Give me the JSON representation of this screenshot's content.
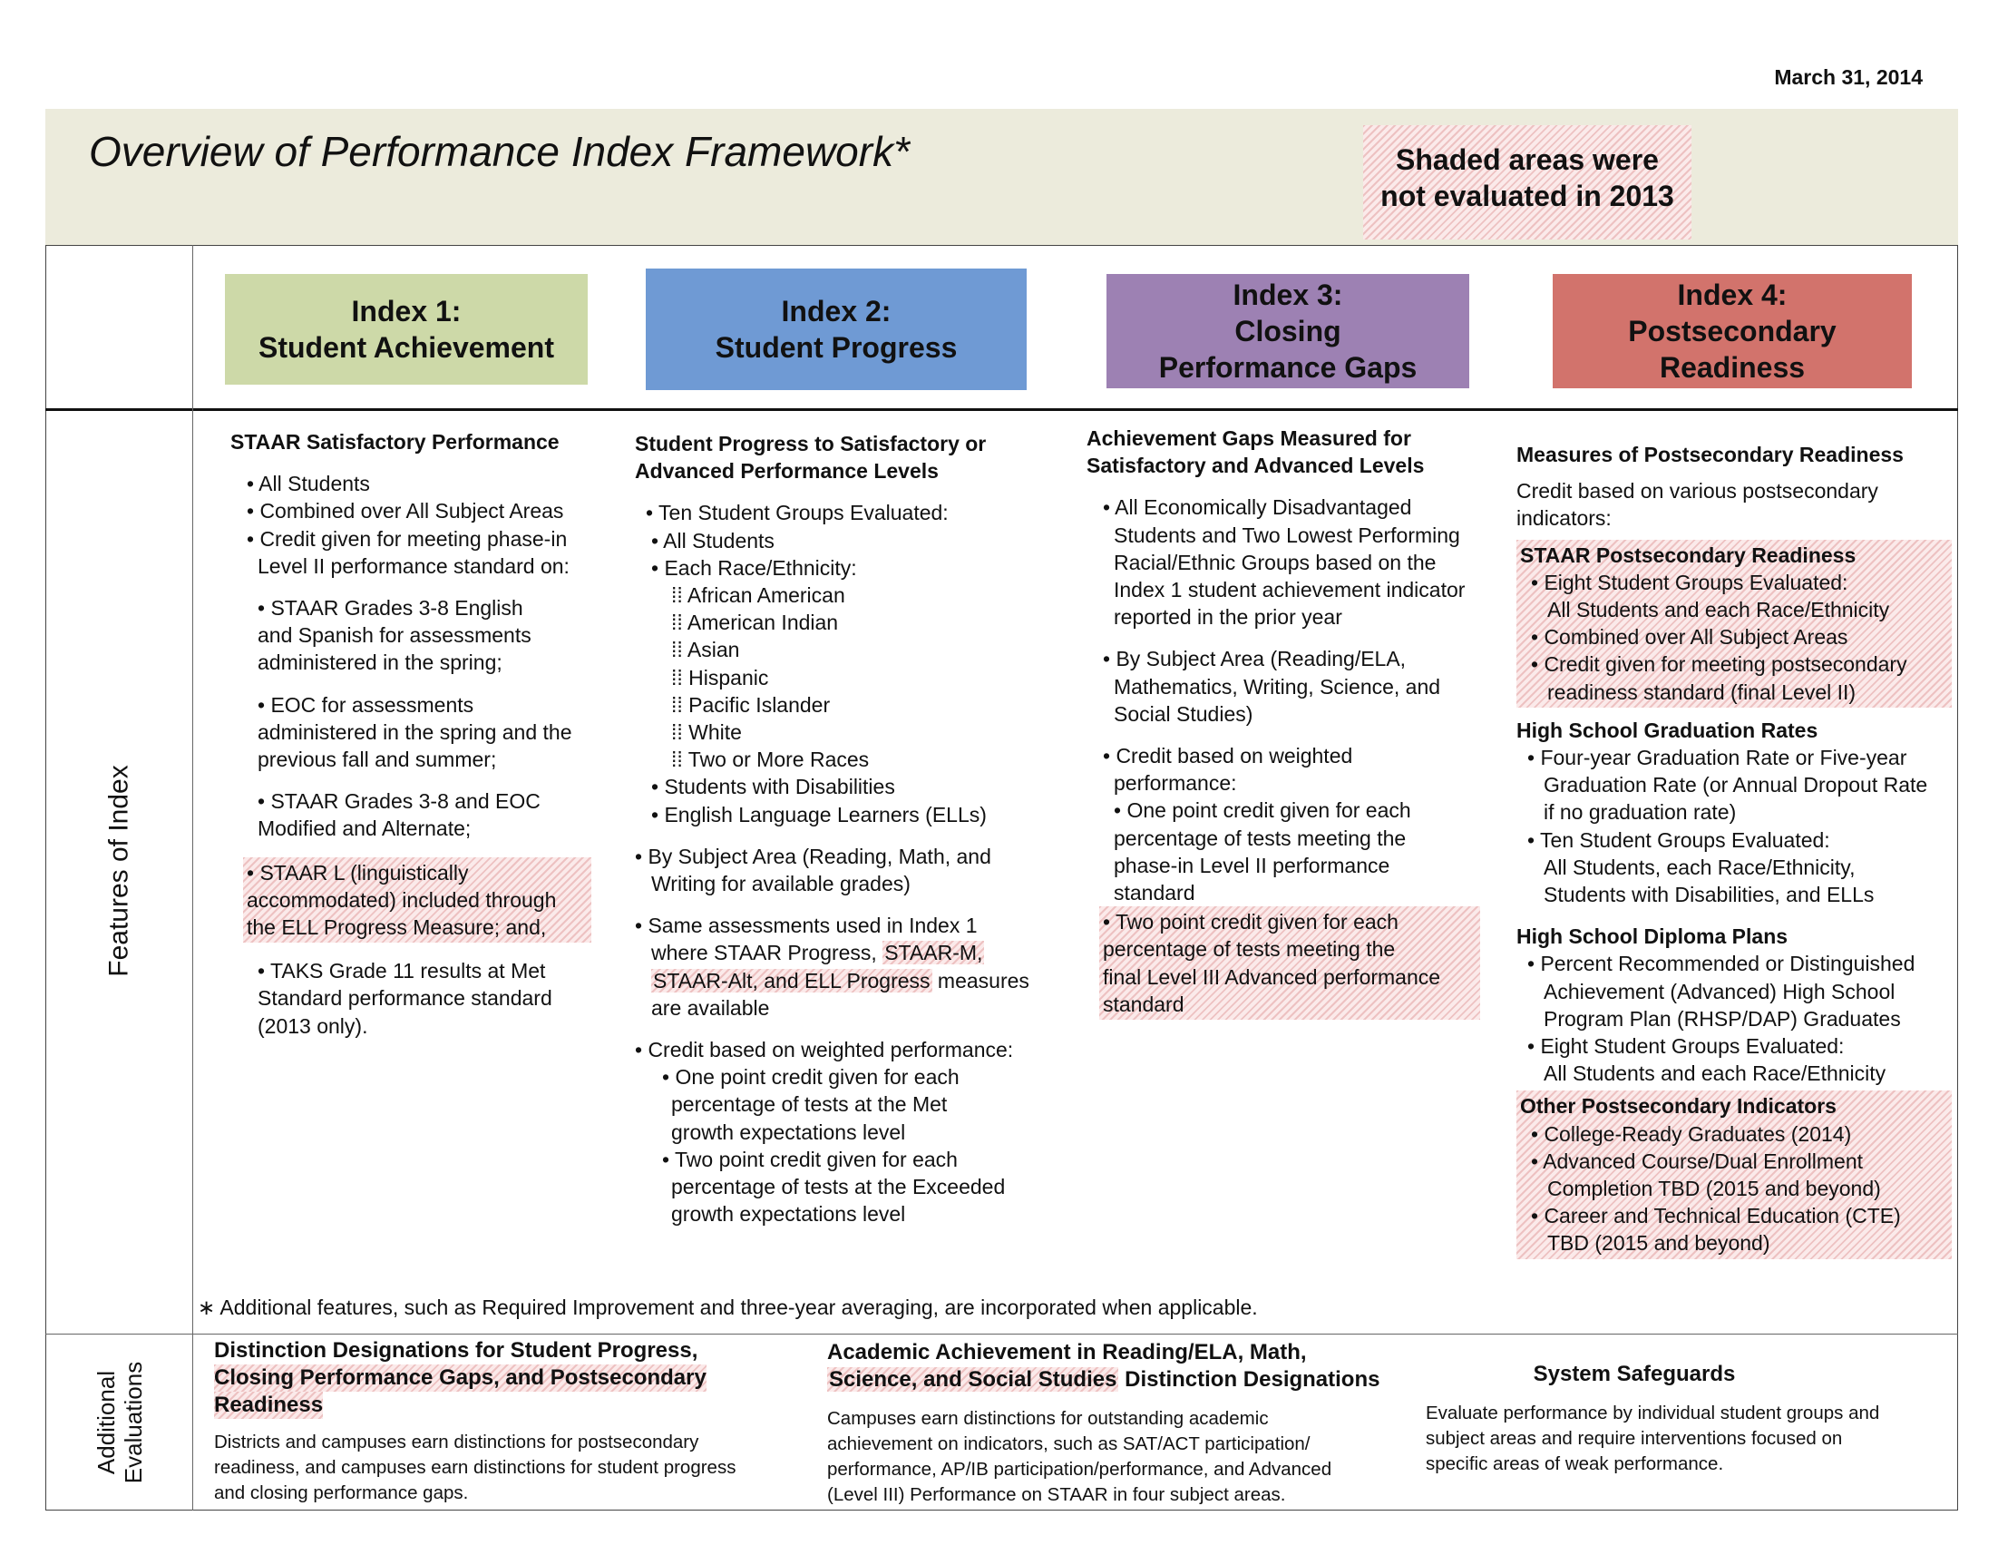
{
  "date": "March 31, 2014",
  "title": "Overview of Performance Index Framework*",
  "shaded_note": [
    "Shaded areas were",
    "not evaluated in 2013"
  ],
  "side_labels": {
    "features": "Features of Index",
    "additional": [
      "Additional",
      "Evaluations"
    ]
  },
  "indexes": [
    {
      "line1": "Index 1:",
      "line2": "Student Achievement",
      "color": "#cdd9a8"
    },
    {
      "line1": "Index 2:",
      "line2": "Student Progress",
      "color": "#6f9ad4"
    },
    {
      "line1": "Index 3:",
      "line2": "Closing",
      "line3": "Performance Gaps",
      "color": "#9d81b3"
    },
    {
      "line1": "Index 4:",
      "line2": "Postsecondary",
      "line3": "Readiness",
      "color": "#d2736c"
    }
  ],
  "col1": {
    "heading": "STAAR Satisfactory Performance",
    "b1": "• All Students",
    "b2": "• Combined over All Subject Areas",
    "b3a": "• Credit given for meeting phase-in",
    "b3b": "Level II performance standard on:",
    "s1a": "• STAAR Grades 3-8 English",
    "s1b": "and Spanish for assessments",
    "s1c": "administered in the spring;",
    "s2a": "• EOC for assessments",
    "s2b": "administered in  the spring and the",
    "s2c": "previous fall and summer;",
    "s3a": "• STAAR Grades 3-8 and EOC",
    "s3b": "Modified and Alternate;",
    "s4a": "• STAAR L (linguistically",
    "s4b": "accommodated) included through",
    "s4c": "the ELL Progress Measure; and,",
    "s5a": "• TAKS Grade 11 results at Met",
    "s5b": "Standard performance standard",
    "s5c": "(2013 only)."
  },
  "col2": {
    "heading1": "Student Progress to Satisfactory or",
    "heading2": "Advanced Performance Levels",
    "g0": "• Ten Student Groups Evaluated:",
    "g1": "• All Students",
    "g2": "• Each Race/Ethnicity:",
    "r1": "⁞⁞  African American",
    "r2": "⁞⁞  American Indian",
    "r3": "⁞⁞  Asian",
    "r4": "⁞⁞  Hispanic",
    "r5": "⁞⁞  Pacific Islander",
    "r6": "⁞⁞  White",
    "r7": "⁞⁞  Two or More Races",
    "g3": "• Students with Disabilities",
    "g4": "• English Language Learners (ELLs)",
    "sa1": "• By Subject Area (Reading, Math, and",
    "sa2": "Writing for available grades)",
    "as1": "• Same assessments used in Index 1",
    "as2a": "where STAAR Progress, ",
    "as2b": "STAAR-M,",
    "as3a": "STAAR-Alt, and ELL Progress",
    "as3b": " measures",
    "as4": "are available",
    "cr0": "• Credit based on weighted performance:",
    "cr1a": "• One point credit given for each",
    "cr1b": "percentage of tests at the Met",
    "cr1c": "growth expectations level",
    "cr2a": "•  Two point credit given for each",
    "cr2b": "percentage of tests at the Exceeded",
    "cr2c": "growth expectations level"
  },
  "col3": {
    "heading1": "Achievement Gaps Measured for",
    "heading2": "Satisfactory and Advanced Levels",
    "e1": "• All Economically Disadvantaged",
    "e2": "Students and Two Lowest Performing",
    "e3": "Racial/Ethnic Groups based on the",
    "e4": "Index 1 student achievement indicator",
    "e5": "reported in the prior year",
    "s1": "• By Subject Area (Reading/ELA,",
    "s2": "Mathematics, Writing, Science, and",
    "s3": "Social Studies)",
    "w1": "• Credit based on weighted",
    "w2": "performance:",
    "o1": "• One point credit given for each",
    "o2": "percentage of tests meeting the",
    "o3": "phase-in Level II performance",
    "o4": "standard",
    "t1": "• Two point credit given for each",
    "t2": "percentage of tests meeting the",
    "t3": "final Level III Advanced performance",
    "t4": "standard"
  },
  "col4": {
    "heading": "Measures of Postsecondary Readiness",
    "intro1": "Credit based on various postsecondary",
    "intro2": "indicators:",
    "spr_h": "STAAR Postsecondary Readiness",
    "spr1": "• Eight Student Groups Evaluated:",
    "spr2": "All Students and each Race/Ethnicity",
    "spr3": "• Combined over All Subject Areas",
    "spr4": "• Credit given for meeting postsecondary",
    "spr5": "readiness standard (final Level II)",
    "hsg_h": "High School Graduation Rates",
    "hsg1": "• Four-year Graduation Rate or Five-year",
    "hsg2": "Graduation Rate (or Annual Dropout Rate",
    "hsg3": "if no graduation rate)",
    "hsg4": "• Ten Student Groups Evaluated:",
    "hsg5": "All Students, each Race/Ethnicity,",
    "hsg6": "Students with Disabilities, and ELLs",
    "dp_h": "High School Diploma Plans",
    "dp1": "• Percent Recommended or Distinguished",
    "dp2": "Achievement (Advanced) High School",
    "dp3": "Program Plan (RHSP/DAP) Graduates",
    "dp4": "• Eight Student Groups Evaluated:",
    "dp5": "All Students and each Race/Ethnicity",
    "op_h": "Other Postsecondary Indicators",
    "op1": "• College-Ready Graduates (2014)",
    "op2": "• Advanced Course/Dual Enrollment",
    "op3": "Completion TBD (2015 and beyond)",
    "op4": "• Career and Technical Education (CTE)",
    "op5": "TBD (2015 and beyond)"
  },
  "footnote": "∗ Additional features, such as Required Improvement and three-year averaging, are incorporated when applicable.",
  "bottom": {
    "b1_h1": "Distinction Designations for Student Progress,",
    "b1_h2": "Closing Performance Gaps, and Postsecondary",
    "b1_h3": "Readiness",
    "b1_t1": "Districts and campuses earn distinctions for postsecondary",
    "b1_t2": "readiness, and campuses earn distinctions for student progress",
    "b1_t3": "and closing performance gaps.",
    "b2_h1": "Academic Achievement in Reading/ELA, Math,",
    "b2_h2a": "Science, and Social Studies",
    "b2_h2b": " Distinction Designations",
    "b2_t1": "Campuses earn distinctions for outstanding academic",
    "b2_t2": "achievement on indicators, such as SAT/ACT participation/",
    "b2_t3": "performance, AP/IB participation/performance, and Advanced",
    "b2_t4": "(Level III) Performance on STAAR in four subject areas.",
    "b3_h": "System Safeguards",
    "b3_t1": "Evaluate performance by individual student groups and",
    "b3_t2": "subject areas and require interventions focused on",
    "b3_t3": "specific areas of weak performance."
  }
}
